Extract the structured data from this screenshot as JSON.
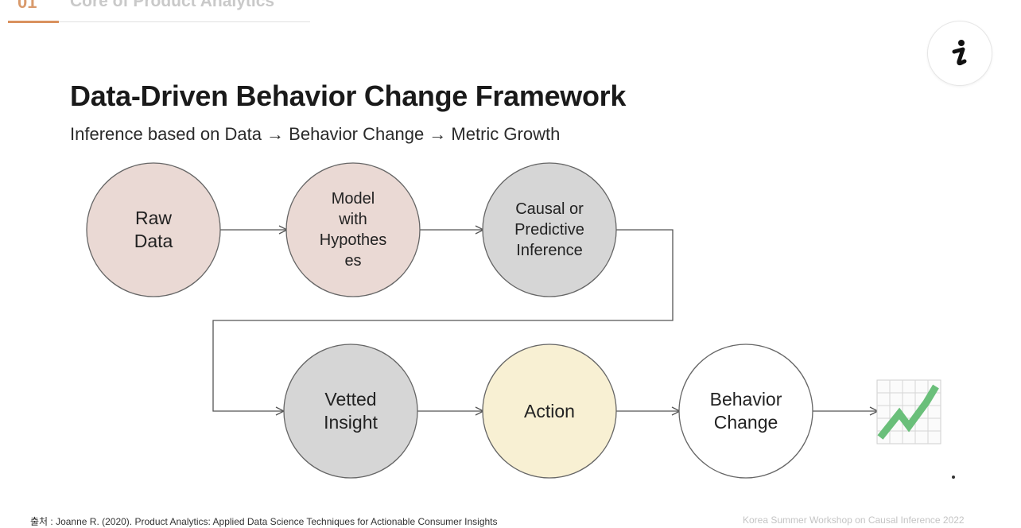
{
  "header": {
    "section_number": "01",
    "section_title": "Core of Product Analytics"
  },
  "slide": {
    "title": "Data-Driven Behavior Change Framework",
    "subtitle": "Inference based on Data → Behavior Change → Metric Growth"
  },
  "nodes": [
    {
      "id": "raw-data",
      "lines": [
        "Raw",
        "Data"
      ],
      "fill": "#ead9d4"
    },
    {
      "id": "model-with-hypotheses",
      "lines": [
        "Model",
        "with",
        "Hypothes",
        "es"
      ],
      "fill": "#ead9d4"
    },
    {
      "id": "causal-or-predictive-inference",
      "lines": [
        "Causal or",
        "Predictive",
        "Inference"
      ],
      "fill": "#d6d6d6"
    },
    {
      "id": "vetted-insight",
      "lines": [
        "Vetted",
        "Insight"
      ],
      "fill": "#d6d6d6"
    },
    {
      "id": "action",
      "lines": [
        "Action"
      ],
      "fill": "#f8f0d3"
    },
    {
      "id": "behavior-change",
      "lines": [
        "Behavior",
        "Change"
      ],
      "fill": "#ffffff"
    }
  ],
  "growth_icon": {
    "icon": "growth-chart-icon",
    "color": "#6abf7a"
  },
  "footer": {
    "source": "출처 : Joanne R. (2020). Product Analytics: Applied Data Science Techniques for Actionable Consumer Insights",
    "event": "Korea Summer Workshop on Causal Inference 2022"
  },
  "info_button": {
    "icon": "info-icon"
  }
}
